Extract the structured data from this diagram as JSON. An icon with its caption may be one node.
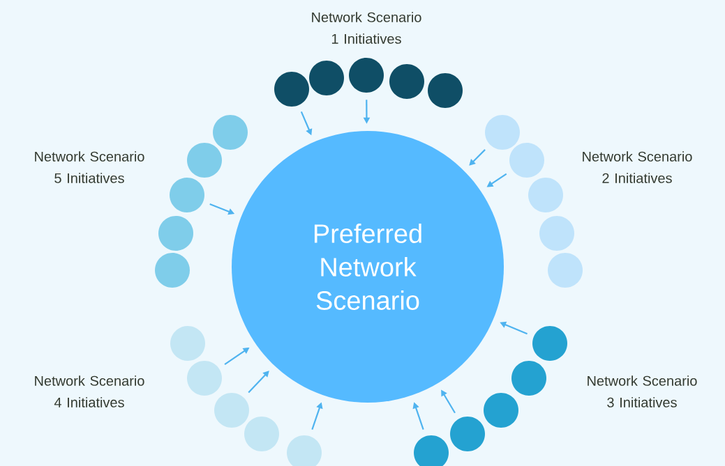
{
  "diagram": {
    "nodes": [
      {
        "text": [
          "Preferred Network Scenario"
        ]
      },
      {
        "text": [],
        "shape": "circle"
      },
      {
        "text": [],
        "shape": "circle"
      },
      {
        "text": [],
        "shape": "circle"
      },
      {
        "text": [],
        "shape": "circle"
      },
      {
        "text": [],
        "shape": "circle"
      },
      {
        "text": [],
        "shape": "circle"
      },
      {
        "text": [],
        "shape": "circle"
      },
      {
        "text": [],
        "shape": "circle"
      },
      {
        "text": [],
        "shape": "circle"
      },
      {
        "text": [],
        "shape": "circle"
      },
      {
        "text": [],
        "shape": "circle"
      },
      {
        "text": [],
        "shape": "circle"
      },
      {
        "text": [],
        "shape": "circle"
      },
      {
        "text": [],
        "shape": "circle"
      },
      {
        "text": [],
        "shape": "circle"
      },
      {
        "text": [],
        "shape": "circle"
      },
      {
        "text": [],
        "shape": "circle"
      },
      {
        "text": [],
        "shape": "circle"
      },
      {
        "text": [],
        "shape": "circle"
      },
      {
        "text": [],
        "shape": "circle"
      },
      {
        "text": [],
        "shape": "circle"
      },
      {
        "text": [],
        "shape": "circle"
      },
      {
        "text": [],
        "shape": "circle"
      },
      {
        "text": [],
        "shape": "circle"
      },
      {
        "text": [],
        "shape": "circle"
      }
    ],
    "edges": [
      {
        "from": 1,
        "to": 0,
        "arrow": "to"
      },
      {
        "from": 3,
        "to": 0,
        "arrow": "to"
      },
      {
        "from": 6,
        "to": 0,
        "arrow": "to"
      },
      {
        "from": 7,
        "to": 0,
        "arrow": "to"
      },
      {
        "from": 11,
        "to": 0,
        "arrow": "to"
      },
      {
        "from": 14,
        "to": 0,
        "arrow": "to"
      },
      {
        "from": 15,
        "to": 0,
        "arrow": "to"
      },
      {
        "from": 17,
        "to": 0,
        "arrow": "to"
      },
      {
        "from": 18,
        "to": 0,
        "arrow": "to"
      },
      {
        "from": 20,
        "to": 0,
        "arrow": "to"
      },
      {
        "from": 23,
        "to": 0,
        "arrow": "to"
      }
    ],
    "labels": [
      "Network Scenario 1 Initiatives",
      "Network Scenario 5 Initiatives",
      "Network Scenario 2 Initiatives",
      "Network Scenario 4 Initiatives",
      "Network Scenario 3 Initiatives"
    ]
  }
}
